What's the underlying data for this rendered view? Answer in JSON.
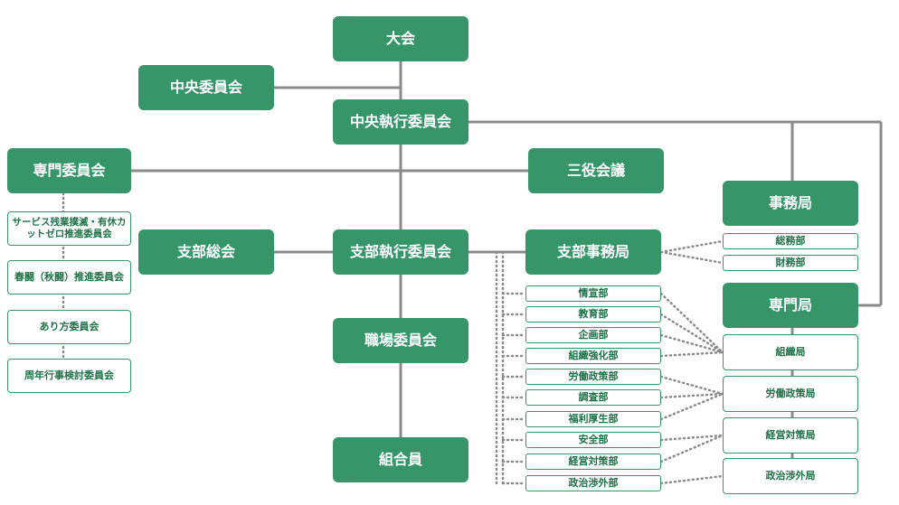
{
  "colors": {
    "accent": "#36966a",
    "line": "#8a8a8a",
    "outline_text": "#1e7047"
  },
  "main": {
    "taikai": "大会",
    "chuo_iinkai": "中央委員会",
    "chuo_shikko": "中央執行委員会",
    "senmon_iinkai": "専門委員会",
    "sanyaku": "三役会議",
    "shibu_sokai": "支部総会",
    "shibu_shikko": "支部執行委員会",
    "shibu_jimukyoku": "支部事務局",
    "shokuba": "職場委員会",
    "kumiaiin": "組合員"
  },
  "committees": [
    {
      "name": "committee-zangyo",
      "label": "サービス残業撲滅・有休カットゼロ推進委員会"
    },
    {
      "name": "committee-shunto",
      "label": "春闘（秋闘）推進委員会"
    },
    {
      "name": "committee-arikata",
      "label": "あり方委員会"
    },
    {
      "name": "committee-shunen",
      "label": "周年行事検討委員会"
    }
  ],
  "headquarters": {
    "jimukyoku": "事務局",
    "jimu_depts": [
      "総務部",
      "財務部"
    ],
    "senmonkyoku": "専門局",
    "bureaus": [
      "組織局",
      "労働政策局",
      "経営対策局",
      "政治渉外局"
    ]
  },
  "branch_depts": [
    "情宣部",
    "教育部",
    "企画部",
    "組織強化部",
    "労働政策部",
    "調査部",
    "福利厚生部",
    "安全部",
    "経営対策部",
    "政治渉外部"
  ]
}
